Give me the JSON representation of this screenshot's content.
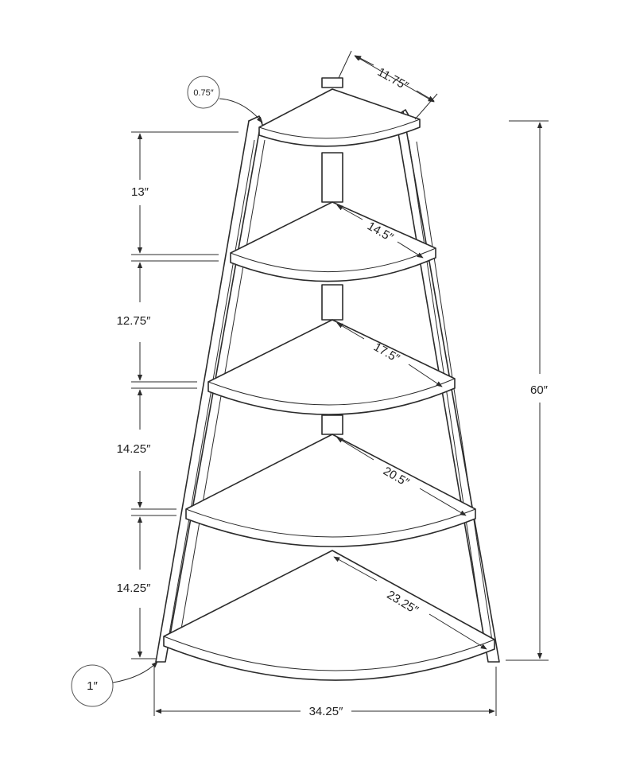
{
  "dimensions": {
    "top_depth": "11.75″",
    "board_thickness": "0.75″",
    "overall_height": "60″",
    "gap_1": "13″",
    "gap_2": "12.75″",
    "gap_3": "14.25″",
    "gap_4": "14.25″",
    "shelf_2_depth": "14.5″",
    "shelf_3_depth": "17.5″",
    "shelf_4_depth": "20.5″",
    "shelf_5_depth": "23.25″",
    "leg_thickness": "1″",
    "overall_width": "34.25″"
  },
  "colors": {
    "line": "#2b2b2b",
    "background": "#ffffff"
  }
}
